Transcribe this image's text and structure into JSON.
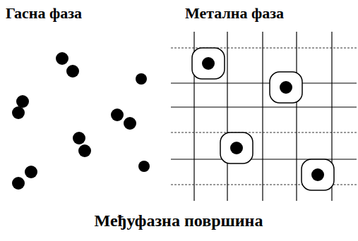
{
  "diagram": {
    "labels": [
      "Гасна фаза",
      "Метална фаза",
      "Међуфазна површина"
    ]
  }
}
